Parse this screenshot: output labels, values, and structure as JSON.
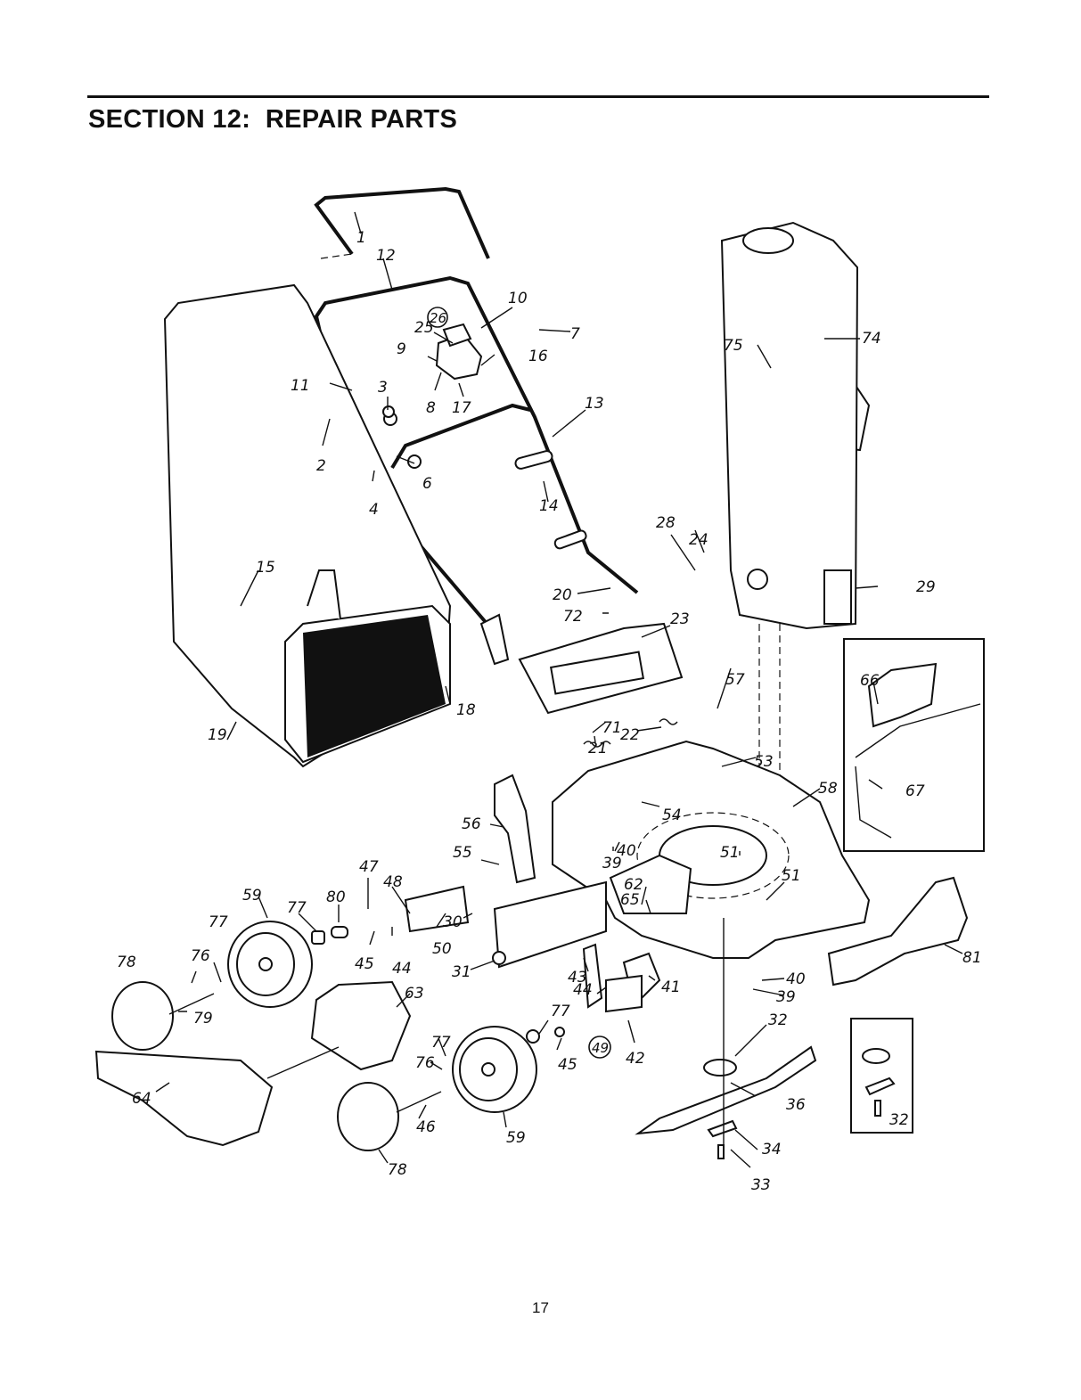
{
  "header": {
    "title": "SECTION 12:  REPAIR PARTS"
  },
  "diagram": {
    "subject": "Lawn mower exploded parts view",
    "callouts": [
      {
        "id": "c1",
        "label": "1"
      },
      {
        "id": "c12",
        "label": "12"
      },
      {
        "id": "c10",
        "label": "10"
      },
      {
        "id": "c26",
        "label": "26",
        "circled": true
      },
      {
        "id": "c25",
        "label": "25"
      },
      {
        "id": "c7",
        "label": "7"
      },
      {
        "id": "c9",
        "label": "9"
      },
      {
        "id": "c16",
        "label": "16"
      },
      {
        "id": "c11",
        "label": "11"
      },
      {
        "id": "c3",
        "label": "3"
      },
      {
        "id": "c8",
        "label": "8"
      },
      {
        "id": "c17",
        "label": "17"
      },
      {
        "id": "c13",
        "label": "13"
      },
      {
        "id": "c2",
        "label": "2"
      },
      {
        "id": "c6",
        "label": "6"
      },
      {
        "id": "c4",
        "label": "4"
      },
      {
        "id": "c14",
        "label": "14"
      },
      {
        "id": "c15",
        "label": "15"
      },
      {
        "id": "c75",
        "label": "75"
      },
      {
        "id": "c74",
        "label": "74"
      },
      {
        "id": "c28",
        "label": "28"
      },
      {
        "id": "c24",
        "label": "24"
      },
      {
        "id": "c29",
        "label": "29"
      },
      {
        "id": "c20",
        "label": "20"
      },
      {
        "id": "c72",
        "label": "72"
      },
      {
        "id": "c23",
        "label": "23"
      },
      {
        "id": "c57",
        "label": "57"
      },
      {
        "id": "c66",
        "label": "66"
      },
      {
        "id": "c18",
        "label": "18"
      },
      {
        "id": "c19",
        "label": "19"
      },
      {
        "id": "c71",
        "label": "71"
      },
      {
        "id": "c22",
        "label": "22"
      },
      {
        "id": "c21",
        "label": "21"
      },
      {
        "id": "c53",
        "label": "53"
      },
      {
        "id": "c58",
        "label": "58"
      },
      {
        "id": "c67",
        "label": "67"
      },
      {
        "id": "c56",
        "label": "56"
      },
      {
        "id": "c54",
        "label": "54"
      },
      {
        "id": "c55",
        "label": "55"
      },
      {
        "id": "c40a",
        "label": "40"
      },
      {
        "id": "c39a",
        "label": "39"
      },
      {
        "id": "c51a",
        "label": "51"
      },
      {
        "id": "c51b",
        "label": "51"
      },
      {
        "id": "c47",
        "label": "47"
      },
      {
        "id": "c48",
        "label": "48"
      },
      {
        "id": "c59a",
        "label": "59"
      },
      {
        "id": "c77a",
        "label": "77"
      },
      {
        "id": "c80",
        "label": "80"
      },
      {
        "id": "c62",
        "label": "62"
      },
      {
        "id": "c65",
        "label": "65"
      },
      {
        "id": "c30",
        "label": "30"
      },
      {
        "id": "c50",
        "label": "50"
      },
      {
        "id": "c77b",
        "label": "77"
      },
      {
        "id": "c78a",
        "label": "78"
      },
      {
        "id": "c76a",
        "label": "76"
      },
      {
        "id": "c45a",
        "label": "45"
      },
      {
        "id": "c44a",
        "label": "44"
      },
      {
        "id": "c31",
        "label": "31"
      },
      {
        "id": "c81",
        "label": "81"
      },
      {
        "id": "c43",
        "label": "43"
      },
      {
        "id": "c44b",
        "label": "44"
      },
      {
        "id": "c41",
        "label": "41"
      },
      {
        "id": "c40b",
        "label": "40"
      },
      {
        "id": "c39b",
        "label": "39"
      },
      {
        "id": "c79",
        "label": "79"
      },
      {
        "id": "c63",
        "label": "63"
      },
      {
        "id": "c77c",
        "label": "77"
      },
      {
        "id": "c32a",
        "label": "32"
      },
      {
        "id": "c49",
        "label": "49",
        "circled": true
      },
      {
        "id": "c42",
        "label": "42"
      },
      {
        "id": "c77d",
        "label": "77"
      },
      {
        "id": "c76b",
        "label": "76"
      },
      {
        "id": "c45b",
        "label": "45"
      },
      {
        "id": "c36",
        "label": "36"
      },
      {
        "id": "c32b",
        "label": "32"
      },
      {
        "id": "c64",
        "label": "64"
      },
      {
        "id": "c46",
        "label": "46"
      },
      {
        "id": "c59b",
        "label": "59"
      },
      {
        "id": "c34",
        "label": "34"
      },
      {
        "id": "c78b",
        "label": "78"
      },
      {
        "id": "c33",
        "label": "33"
      }
    ]
  },
  "footer": {
    "page_number": "17"
  }
}
